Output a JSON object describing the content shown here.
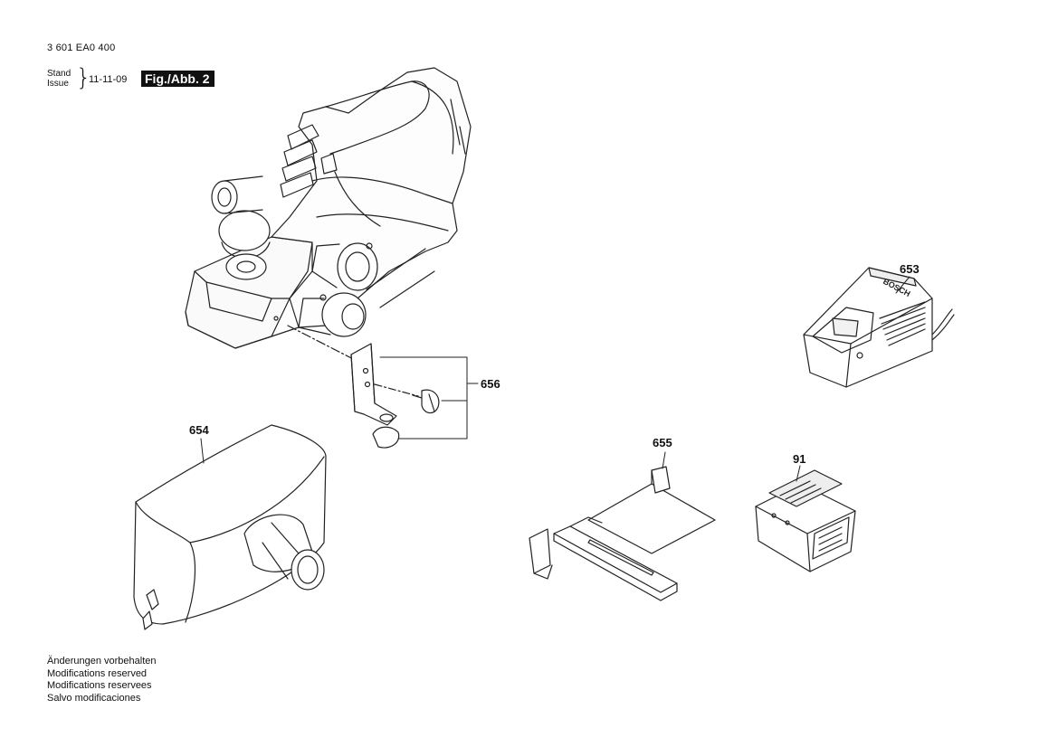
{
  "header": {
    "doc_number": "3 601 EA0 400",
    "stand_label": "Stand",
    "issue_label": "Issue",
    "brace": "}",
    "date": "11-11-09",
    "figure_label": "Fig./Abb. 2"
  },
  "callouts": {
    "p653": "653",
    "p656": "656",
    "p654": "654",
    "p655": "655",
    "p91": "91"
  },
  "charger_brand": "BOSCH",
  "footer": {
    "line1": "Änderungen vorbehalten",
    "line2": "Modifications reserved",
    "line3": "Modifications reservees",
    "line4": "Salvo modificaciones"
  }
}
